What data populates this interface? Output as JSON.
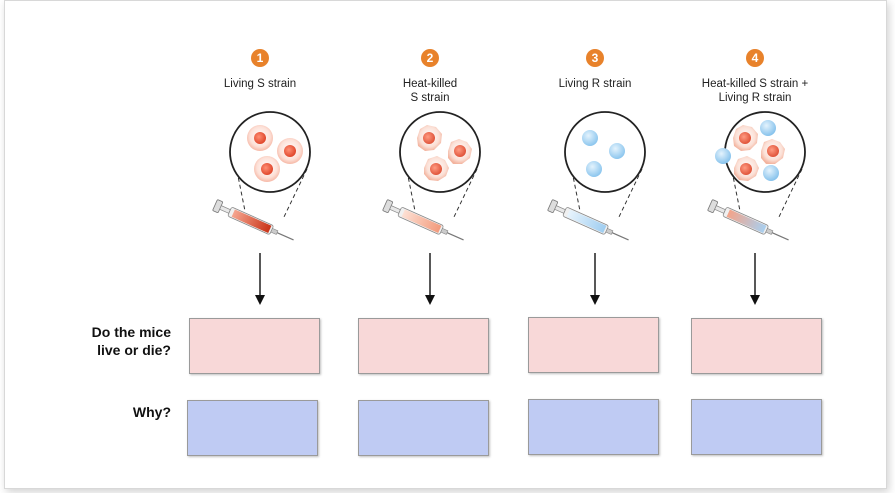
{
  "columns": [
    {
      "number": "1",
      "label_lines": [
        "Living S strain"
      ],
      "cells": "s",
      "syringe": "red"
    },
    {
      "number": "2",
      "label_lines": [
        "Heat-killed",
        "S strain"
      ],
      "cells": "s-killed",
      "syringe": "peach"
    },
    {
      "number": "3",
      "label_lines": [
        "Living R strain"
      ],
      "cells": "r",
      "syringe": "blue"
    },
    {
      "number": "4",
      "label_lines": [
        "Heat-killed S strain +",
        "Living R strain"
      ],
      "cells": "mix",
      "syringe": "mix"
    }
  ],
  "rows": {
    "live_or_die": {
      "label_lines": [
        "Do the mice",
        "live or die?"
      ]
    },
    "why": {
      "label_lines": [
        "Why?"
      ]
    }
  },
  "colors": {
    "badge": "#e8822b",
    "answer_box": "#f8d8d8",
    "why_box": "#bfcbf3",
    "s_cell": "#f06a4e",
    "r_cell": "#a9d4f2"
  }
}
